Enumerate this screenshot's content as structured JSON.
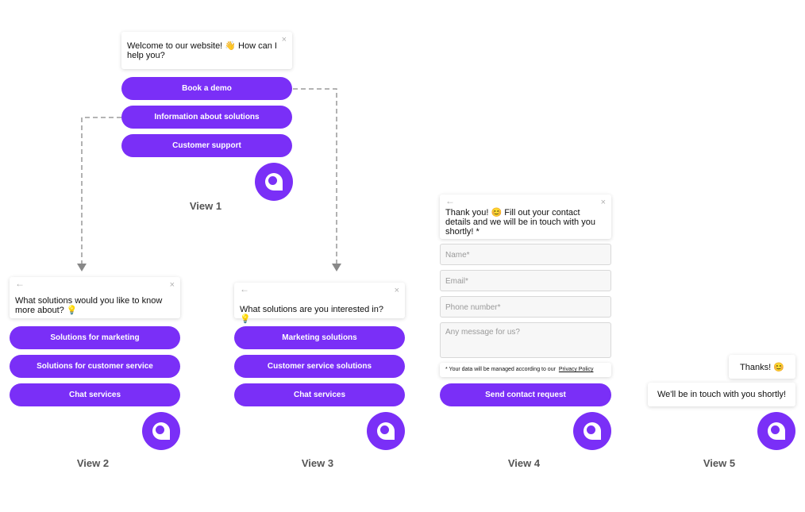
{
  "view1": {
    "greeting": "Welcome to our website! 👋 How can I help you?",
    "close": "×",
    "options": [
      "Book a demo",
      "Information about solutions",
      "Customer support"
    ],
    "label": "View 1"
  },
  "view2": {
    "back": "←",
    "close": "×",
    "question": "What solutions would you like to know more about? 💡",
    "options": [
      "Solutions for marketing",
      "Solutions for customer service",
      "Chat services"
    ],
    "label": "View 2"
  },
  "view3": {
    "back": "←",
    "close": "×",
    "question": "What solutions are you interested in? 💡",
    "options": [
      "Marketing solutions",
      "Customer service solutions",
      "Chat services"
    ],
    "label": "View 3"
  },
  "view4": {
    "back": "←",
    "close": "×",
    "message": "Thank you! 😊 Fill out your contact details and we will be in touch with you shortly! *",
    "fields": {
      "name_placeholder": "Name*",
      "email_placeholder": "Email*",
      "phone_placeholder": "Phone number*",
      "message_placeholder": "Any message for us?"
    },
    "privacy_note": "* Your data will be managed according to our",
    "privacy_link": "Privacy Policy",
    "submit": "Send contact request",
    "label": "View 4"
  },
  "view5": {
    "user_message": "Thanks! 😊",
    "bot_message": "We'll be in touch with you shortly!",
    "label": "View 5"
  },
  "colors": {
    "accent": "#7a2ff7",
    "arrow": "#777777"
  },
  "icons": {
    "logo": "chat-bubble-logo-icon",
    "close": "close-icon",
    "back": "back-arrow-icon"
  }
}
